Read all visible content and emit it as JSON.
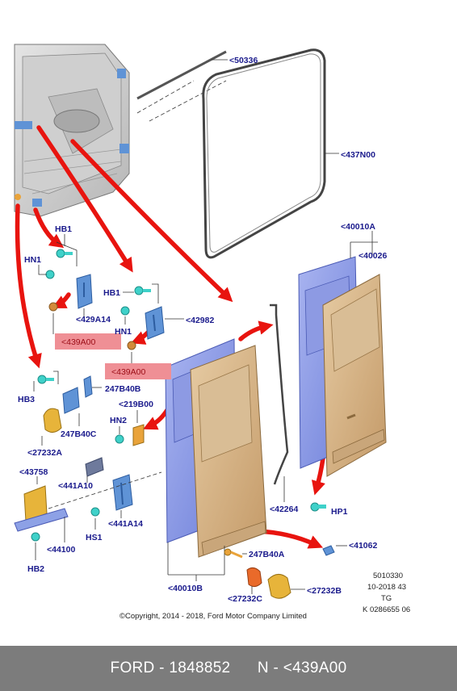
{
  "labels": {
    "p50336": "<50336",
    "p437N00": "<437N00",
    "p40010A": "<40010A",
    "p40026": "<40026",
    "hb1_top": "HB1",
    "hn1_top": "HN1",
    "p429A14": "<429A14",
    "p439A00_a": "<439A00",
    "hb1_mid": "HB1",
    "hn1_mid": "HN1",
    "p42982": "<42982",
    "p439A00_b": "<439A00",
    "hb3": "HB3",
    "p247B40B": "247B40B",
    "p247B40C": "247B40C",
    "p219B00": "<219B00",
    "hn2": "HN2",
    "p27232A": "<27232A",
    "p43758": "<43758",
    "p441A10": "<441A10",
    "p441A14": "<441A14",
    "hs1": "HS1",
    "p44100": "<44100",
    "hb2": "HB2",
    "p42264": "<42264",
    "hp1": "HP1",
    "p41062": "<41062",
    "p247B40A": "247B40A",
    "p27232C": "<27232C",
    "p27232B": "<27232B",
    "p40010B": "<40010B"
  },
  "meta": {
    "line1": "5010330",
    "line2": "10-2018 43",
    "line3": "TG",
    "line4": "K 0286655 06"
  },
  "copyright": "©Copyright, 2014 - 2018, Ford Motor Company Limited",
  "footer": {
    "brand_part": "FORD - 1848852",
    "ref_part": "N - <439A00"
  },
  "colors": {
    "highlight": "#ef8f95",
    "arrow": "#e8140f",
    "label": "#1a1a8c",
    "door_panel": "#d4b48a",
    "door_frame": "#7f8fe0",
    "footer_bg": "#7c7c7c"
  }
}
